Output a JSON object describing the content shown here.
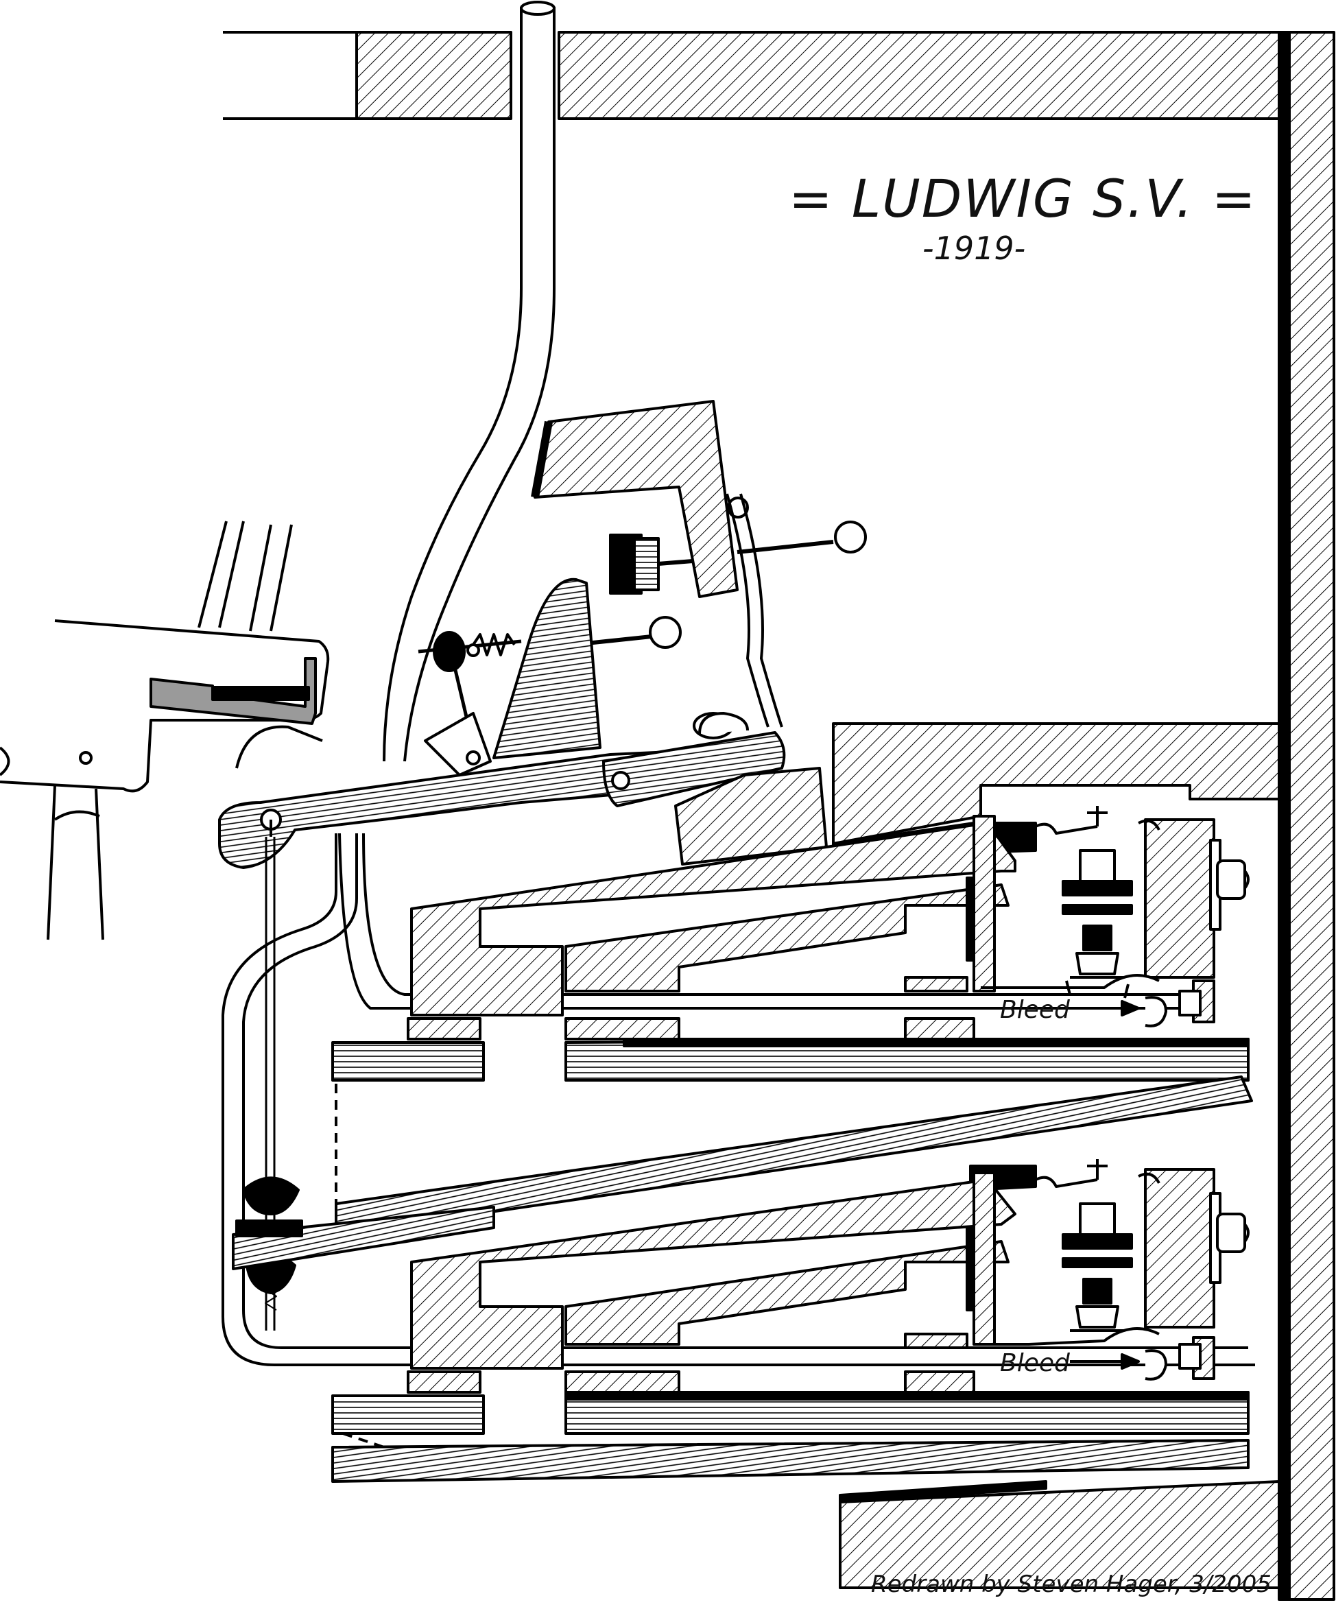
{
  "diagram": {
    "title": "= LUDWIG S.V. =",
    "year": "-1919-",
    "labels": {
      "bleed_upper": "Bleed",
      "bleed_lower": "Bleed"
    },
    "credit": "Redrawn by Steven Hager, 3/2005"
  },
  "colors": {
    "line": "#000000",
    "fill": "#ffffff",
    "hatch": "#000000",
    "gray_felt": "#9a9a9a"
  }
}
